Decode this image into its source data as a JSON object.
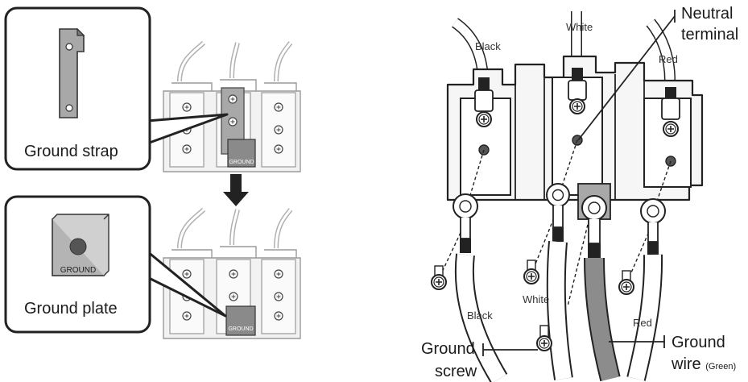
{
  "left_panel": {
    "callout_strap_label": "Ground strap",
    "callout_plate_label": "Ground plate",
    "plate_text": "GROUND",
    "block_tab_text": "GROUND"
  },
  "right_panel": {
    "wire_top_black": "Black",
    "wire_top_white": "White",
    "wire_top_red": "Red",
    "wire_bottom_black": "Black",
    "wire_bottom_white": "White",
    "wire_bottom_red": "Red",
    "neutral_terminal_line1": "Neutral",
    "neutral_terminal_line2": "terminal",
    "ground_screw_line1": "Ground",
    "ground_screw_line2": "screw",
    "ground_wire_line1": "Ground",
    "ground_wire_line2": "wire",
    "ground_wire_note": "(Green)"
  },
  "colors": {
    "outline": "#222222",
    "metal": "#dddddd",
    "strap": "#a8a8a8",
    "ground_wire": "#8c8c8c"
  }
}
